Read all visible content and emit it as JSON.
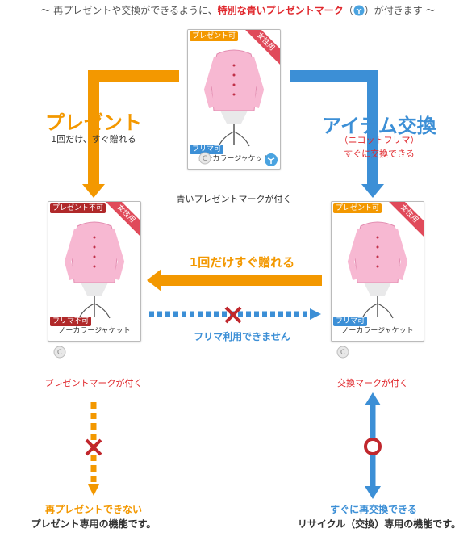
{
  "title": {
    "prefix": "〜 再プレゼントや交換ができるように、",
    "highlight": "特別な青いプレゼントマーク",
    "open_paren": "（",
    "close_paren": "）",
    "suffix": "が付きます 〜"
  },
  "card_top": {
    "badge": "プレゼント可",
    "ribbon": "女性用",
    "flima": "フリマ可",
    "name": "ノーカラージャケット",
    "caption": "青いプレゼントマークが付く"
  },
  "left_path": {
    "title": "プレゼント",
    "sub": "1回だけ、すぐ贈れる"
  },
  "right_path": {
    "title": "アイテム交換",
    "sub1": "（ニコットフリマ）",
    "sub2": "すぐに交換できる"
  },
  "card_left": {
    "badge": "プレゼント不可",
    "ribbon": "女性用",
    "flima": "フリマ不可",
    "name": "ノーカラージャケット",
    "caption": "プレゼントマークが付く"
  },
  "card_right": {
    "badge": "プレゼント可",
    "ribbon": "女性用",
    "flima": "フリマ可",
    "name": "ノーカラージャケット",
    "caption": "交換マークが付く"
  },
  "middle": {
    "once": "1回だけすぐ贈れる",
    "no_flima": "フリマ利用できません"
  },
  "bottom_left": {
    "line1": "再プレゼントできない",
    "line2": "プレゼント専用の機能です。"
  },
  "bottom_right": {
    "line1": "すぐに再交換できる",
    "line2": "リサイクル（交換）専用の機能です。"
  },
  "colors": {
    "orange": "#f39800",
    "blue": "#3c8fd6",
    "red": "#e0282d",
    "dark_red": "#b0292a",
    "pink": "#f7a8c8"
  },
  "icons": [
    "blue-present-mark-icon",
    "present-mark-icon",
    "exchange-mark-icon",
    "c-coin-icon",
    "cross-mark-icon",
    "circle-mark-icon"
  ]
}
